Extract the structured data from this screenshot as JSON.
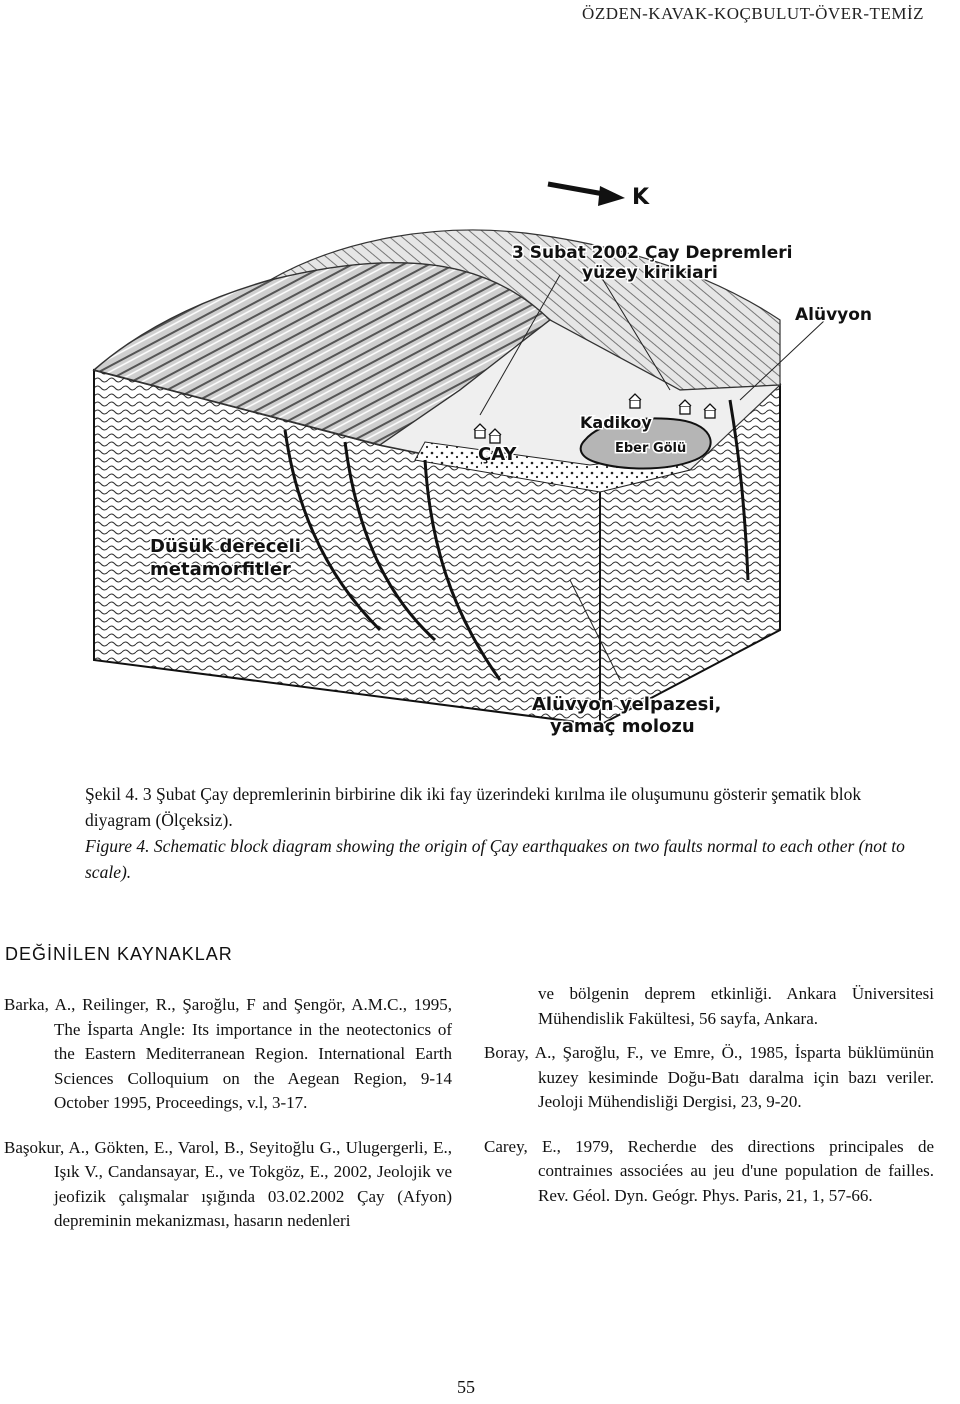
{
  "header": {
    "running_head": "ÖZDEN-KAVAK-KOÇBULUT-ÖVER-TEMİZ"
  },
  "figure": {
    "north_label": "K",
    "labels": {
      "cracks_line1": "3 Subat 2002 Çay Depremleri",
      "cracks_line2": "yüzey kirikiari",
      "alluvium": "Alüvyon",
      "village": "Kadikoy",
      "town": "ÇAY",
      "lake": "Eber Gölü",
      "metamorphics_line1": "Düsük dereceli",
      "metamorphics_line2": "metamorfitler",
      "fan_line1": "Alüvyon yelpazesi,",
      "fan_line2": "yamaç molozu"
    }
  },
  "caption": {
    "tr": "Şekil 4. 3 Şubat Çay depremlerinin birbirine dik iki fay üzerindeki kırılma ile oluşumunu gösterir şematik blok diyagram (Ölçeksiz).",
    "en": "Figure 4. Schematic block diagram showing the origin of Çay earthquakes on two faults normal to each other (not to scale)."
  },
  "references": {
    "title": "DEĞİNİLEN KAYNAKLAR",
    "left": [
      "Barka, A., Reilinger, R., Şaroğlu, F and Şengör, A.M.C., 1995, The İsparta Angle: Its importance in the neotectonics of the Eastern Mediterranean Region. International Earth Sciences Colloquium on the Aegean Region, 9-14 October 1995, Proceedings, v.l, 3-17.",
      "Başokur, A., Gökten, E., Varol, B., Seyitoğlu G., Ulugergerli, E., Işık V., Candansayar, E., ve Tokgöz, E., 2002, Jeolojik ve jeofizik çalışmalar ışığında 03.02.2002 Çay (Afyon) depreminin mekanizması, hasarın nedenleri"
    ],
    "right_continuation": "ve bölgenin deprem etkinliği. Ankara Üniversitesi Mühendislik Fakültesi, 56 sayfa, Ankara.",
    "right": [
      "Boray, A., Şaroğlu, F., ve Emre, Ö., 1985, İsparta büklümünün kuzey kesiminde Doğu-Batı daralma için bazı veriler. Jeoloji Mühendisliği Dergisi, 23, 9-20.",
      "Carey, E., 1979, Recherdıe des directions principales de contrainıes associées au jeu d'une population de failles. Rev. Géol. Dyn. Geógr. Phys. Paris, 21, 1, 57-66."
    ]
  },
  "footer": {
    "page_number": "55"
  }
}
